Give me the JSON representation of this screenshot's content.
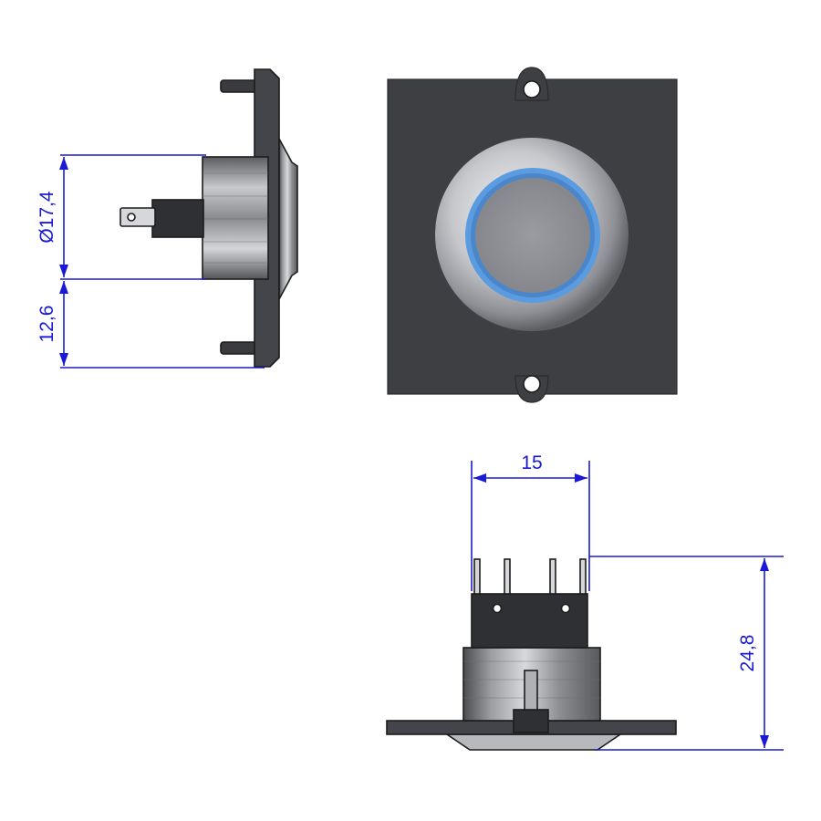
{
  "dimensions": {
    "diameter_label": "Ø17,4",
    "height_label": "12,6",
    "width_label": "15",
    "depth_label": "24,8"
  },
  "colors": {
    "dimension": "#1a1ad6",
    "panel": "#3e3f43",
    "led_ring": "#5b9be0",
    "steel": "#a9aaae"
  }
}
